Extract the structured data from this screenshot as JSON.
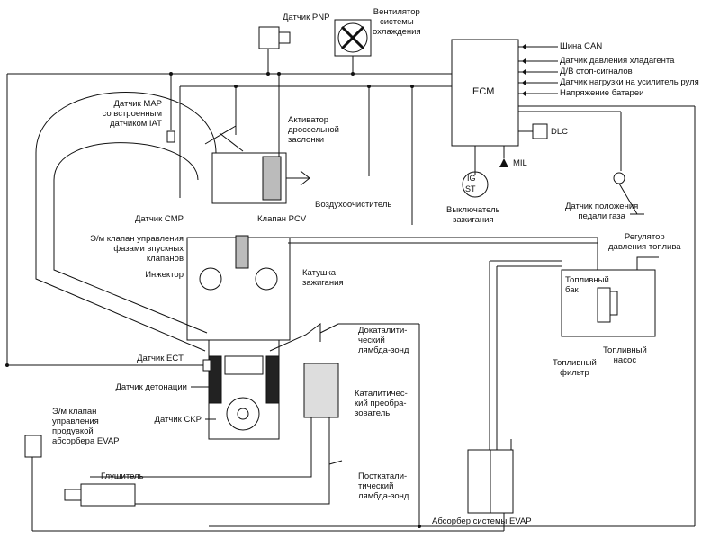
{
  "labels": {
    "pnp": "Датчик PNP",
    "fan": [
      "Вентилятор",
      "системы",
      "охлаждения"
    ],
    "ecm": "ECM",
    "can": "Шина CAN",
    "refrigerant": "Датчик давления хладагента",
    "brake": "Д/В стоп-сигналов",
    "steering": "Датчик нагрузки на усилитель руля",
    "battery": "Напряжение батареи",
    "dlc": "DLC",
    "mil": "MIL",
    "map": [
      "Датчик MAP",
      "со встроенным",
      "датчиком IAT"
    ],
    "throttle": [
      "Активатор",
      "дроссельной",
      "заслонки"
    ],
    "air_cleaner": "Воздухоочиститель",
    "ignition_switch": [
      "Выключатель",
      "зажигания"
    ],
    "pedal": [
      "Датчик положения",
      "педали  газа"
    ],
    "pcv": "Клапан PCV",
    "cmp": "Датчик CMP",
    "vvt": [
      "Э/м клапан управления",
      "фазами впускных",
      "клапанов"
    ],
    "injector": "Инжектор",
    "coil": [
      "Катушка",
      "зажигания"
    ],
    "fuel_reg": [
      "Регулятор",
      "давления топлива"
    ],
    "fuel_tank": [
      "Топливный",
      "бак"
    ],
    "fuel_filter": [
      "Топливный",
      "фильтр"
    ],
    "fuel_pump": [
      "Топливный",
      "насос"
    ],
    "o2_pre": [
      "Докаталити-",
      "ческий",
      "лямбда-зонд"
    ],
    "ect": "Датчик ECT",
    "knock": "Датчик детонации",
    "catalyst": [
      "Каталитичес-",
      "кий преобра-",
      "зователь"
    ],
    "ckp": "Датчик CKP",
    "evap_valve": [
      "Э/м клапан",
      "управления",
      "продувкой",
      "абсорбера EVAP"
    ],
    "muffler": "Глушитель",
    "o2_post": [
      "Посткатали-",
      "тический",
      "лямбда-зонд"
    ],
    "evap_canister": "Абсорбер системы EVAP",
    "ig": "IG",
    "st": "ST"
  }
}
